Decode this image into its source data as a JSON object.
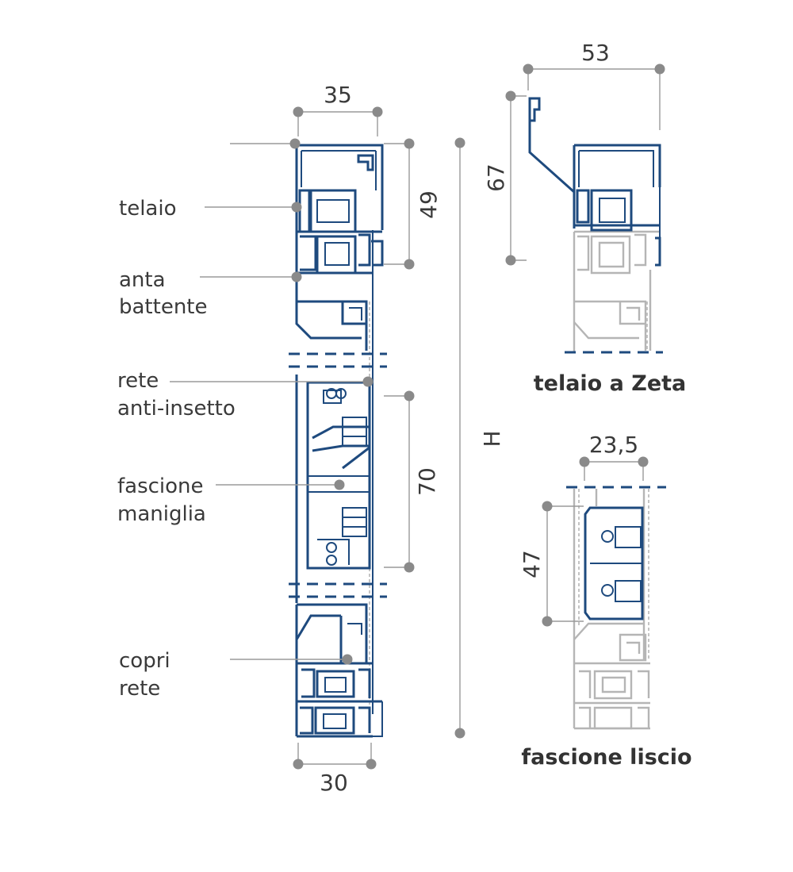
{
  "labels": {
    "telaio": "telaio",
    "anta_1": "anta",
    "anta_2": "battente",
    "rete_1": "rete",
    "rete_2": "anti-insetto",
    "fascione_1": "fascione",
    "fascione_2": "maniglia",
    "copri_1": "copri",
    "copri_2": "rete"
  },
  "dimensions": {
    "top_width": "35",
    "bottom_width": "30",
    "upper_height": "49",
    "handle_height": "70",
    "total_height": "H",
    "zeta_width": "53",
    "zeta_height": "67",
    "liscio_width": "23,5",
    "liscio_height": "47"
  },
  "titles": {
    "zeta": "telaio a Zeta",
    "liscio": "fascione liscio"
  },
  "colors": {
    "profile_blue": "#1e4a7e",
    "profile_grey": "#b5b5b5",
    "dimension_grey": "#8a8a8a",
    "text": "#3a3a3a"
  }
}
